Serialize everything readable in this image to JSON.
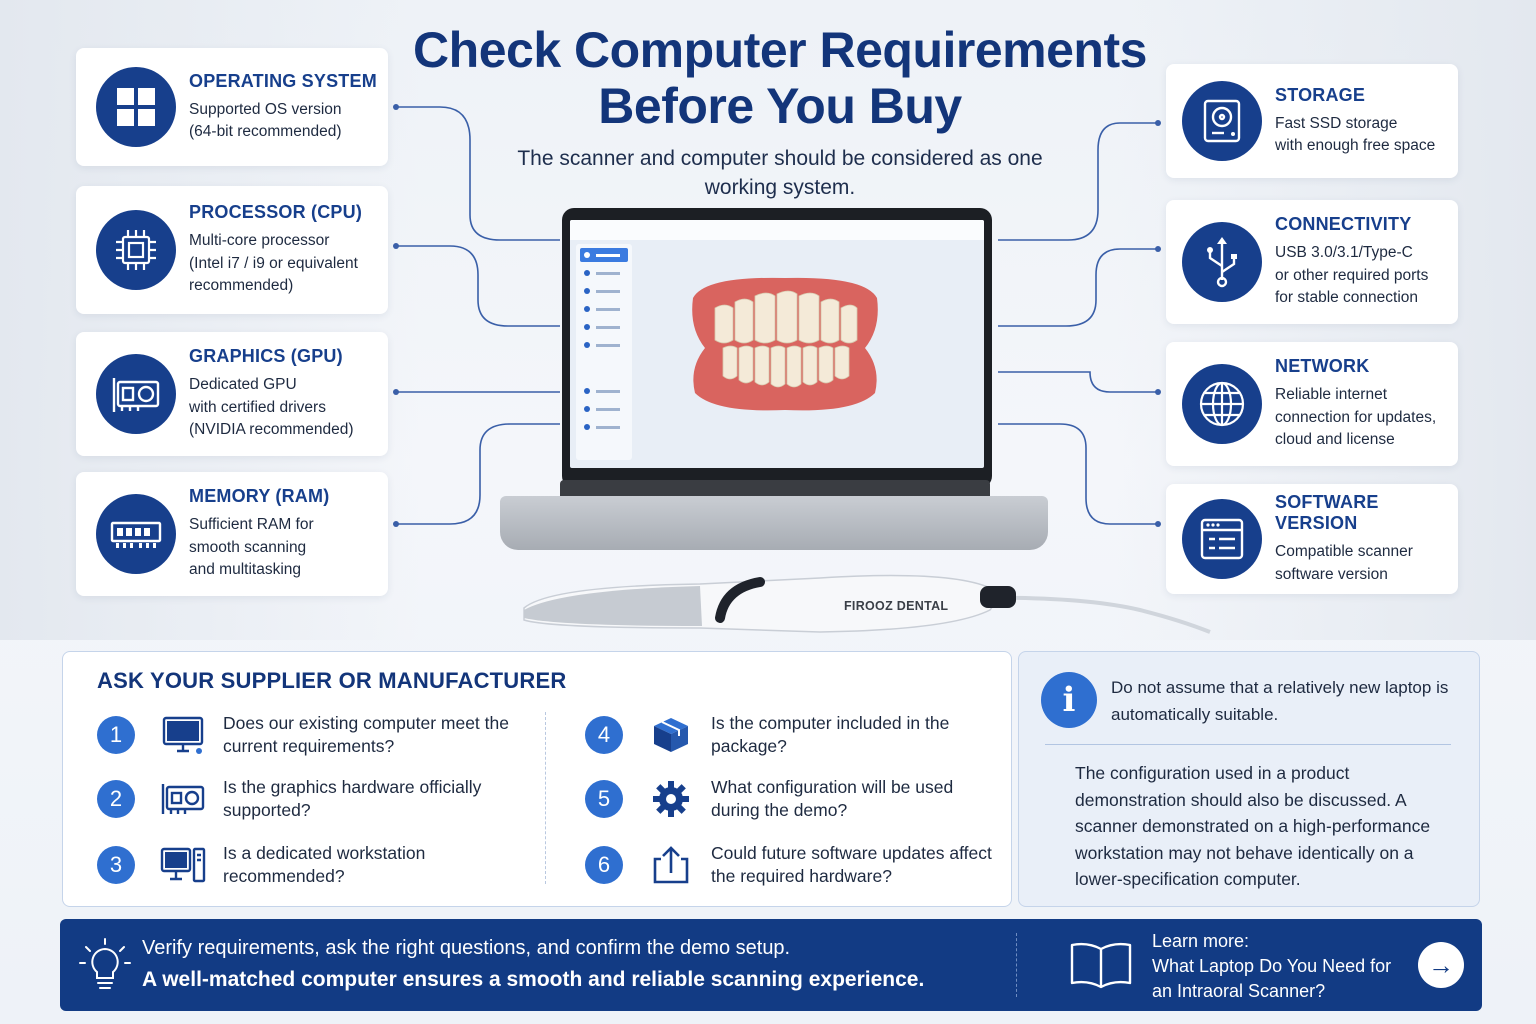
{
  "title": "Check Computer Requirements Before You Buy",
  "subtitle": "The scanner and computer should be considered as one working system.",
  "left_cards": [
    {
      "title": "OPERATING SYSTEM",
      "desc_lines": [
        "Supported OS version",
        "(64-bit recommended)"
      ],
      "icon": "windows-icon"
    },
    {
      "title": "PROCESSOR (CPU)",
      "desc_lines": [
        "Multi-core processor",
        "(Intel i7 / i9 or equivalent",
        "recommended)"
      ],
      "icon": "cpu-chip-icon"
    },
    {
      "title": "GRAPHICS (GPU)",
      "desc_lines": [
        "Dedicated GPU",
        "with certified drivers",
        "(NVIDIA recommended)"
      ],
      "icon": "graphics-card-icon"
    },
    {
      "title": "MEMORY (RAM)",
      "desc_lines": [
        "Sufficient RAM for",
        "smooth scanning",
        "and multitasking"
      ],
      "icon": "ram-module-icon"
    }
  ],
  "right_cards": [
    {
      "title": "STORAGE",
      "desc_lines": [
        "Fast SSD storage",
        "with enough free space"
      ],
      "icon": "hard-drive-icon"
    },
    {
      "title": "CONNECTIVITY",
      "desc_lines": [
        "USB 3.0/3.1/Type-C",
        "or other required ports",
        "for stable connection"
      ],
      "icon": "usb-icon"
    },
    {
      "title": "NETWORK",
      "desc_lines": [
        "Reliable internet",
        "connection for updates,",
        "cloud and license"
      ],
      "icon": "globe-icon"
    },
    {
      "title": "SOFTWARE VERSION",
      "desc_lines": [
        "Compatible scanner",
        "software version"
      ],
      "icon": "software-window-icon"
    }
  ],
  "scanner_brand": "FIROOZ DENTAL",
  "ask": {
    "title": "ASK YOUR SUPPLIER OR MANUFACTURER",
    "questions": [
      {
        "num": "1",
        "text": "Does our existing computer meet the current requirements?",
        "icon": "monitor-icon"
      },
      {
        "num": "2",
        "text": "Is the graphics hardware officially supported?",
        "icon": "graphics-card-icon"
      },
      {
        "num": "3",
        "text": "Is a dedicated workstation recommended?",
        "icon": "workstation-icon"
      },
      {
        "num": "4",
        "text": "Is the computer included in the package?",
        "icon": "package-box-icon"
      },
      {
        "num": "5",
        "text": "What configuration will be used during the demo?",
        "icon": "gear-icon"
      },
      {
        "num": "6",
        "text": "Could future software updates affect the required hardware?",
        "icon": "upload-icon"
      }
    ]
  },
  "info": {
    "icon_letter": "i",
    "top": "Do not assume that a relatively new laptop is automatically suitable.",
    "body": "The configuration used in a product demonstration should also be discussed. A scanner demonstrated on a high-performance workstation may not behave identically on a lower-specification computer."
  },
  "footer": {
    "line1": "Verify requirements, ask the right questions, and confirm the demo setup.",
    "line2": "A well-matched computer ensures a smooth and reliable scanning experience.",
    "learn_label": "Learn more:",
    "learn_link": "What Laptop Do You Need for an Intraoral Scanner?",
    "arrow": "→"
  },
  "colors": {
    "primary": "#173f8c",
    "accent": "#2f6fd0",
    "footer": "#123b84"
  }
}
